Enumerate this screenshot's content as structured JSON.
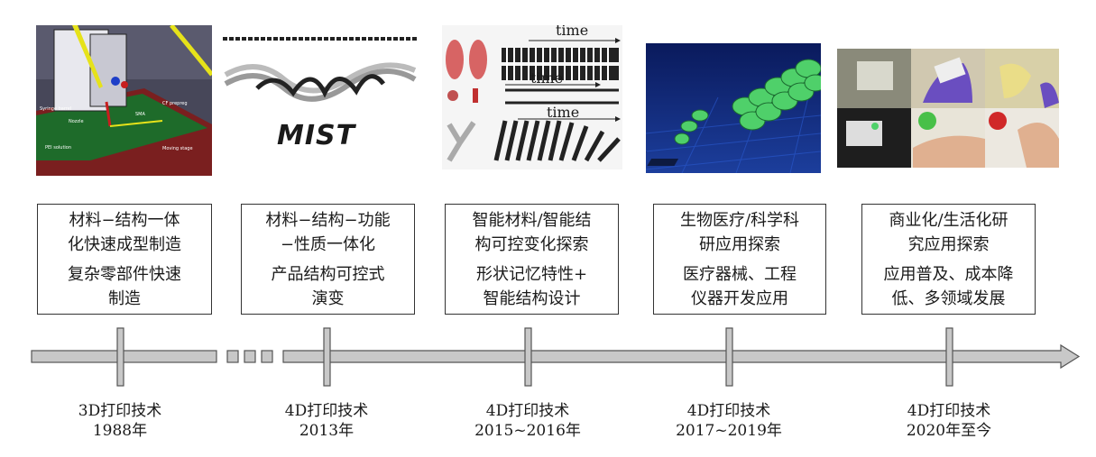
{
  "stages": [
    {
      "box": {
        "line1": "材料−结构一体\n化快速成型制造",
        "line2": "复杂零部件快速\n制造"
      },
      "label": {
        "tech": "3D打印技术",
        "year": "1988年"
      }
    },
    {
      "box": {
        "line1": "材料−结构−功能\n−性质一体化",
        "line2": "产品结构可控式\n演变"
      },
      "label": {
        "tech": "4D打印技术",
        "year": "2013年"
      }
    },
    {
      "box": {
        "line1": "智能材料/智能结\n构可控变化探索",
        "line2": "形状记忆特性+\n智能结构设计"
      },
      "label": {
        "tech": "4D打印技术",
        "year": "2015~2016年"
      }
    },
    {
      "box": {
        "line1": "生物医疗/科学科\n研应用探索",
        "line2": "医疗器械、工程\n仪器开发应用"
      },
      "label": {
        "tech": "4D打印技术",
        "year": "2017~2019年"
      }
    },
    {
      "box": {
        "line1": "商业化/生活化研\n究应用探索",
        "line2": "应用普及、成本降\n低、多领域发展"
      },
      "label": {
        "tech": "4D打印技术",
        "year": "2020年至今"
      }
    }
  ],
  "image1": {
    "labels": [
      "Syringe barrel",
      "Nozzle",
      "SMA",
      "CF prepreg",
      "PEI solution",
      "Moving stage"
    ]
  },
  "image2": {
    "text": "MIST"
  },
  "image3": {
    "time_labels": [
      "time",
      "time",
      "time"
    ]
  },
  "colors": {
    "timeline_fill": "#c8c8c8",
    "timeline_stroke": "#555555",
    "box_border": "#333333"
  }
}
